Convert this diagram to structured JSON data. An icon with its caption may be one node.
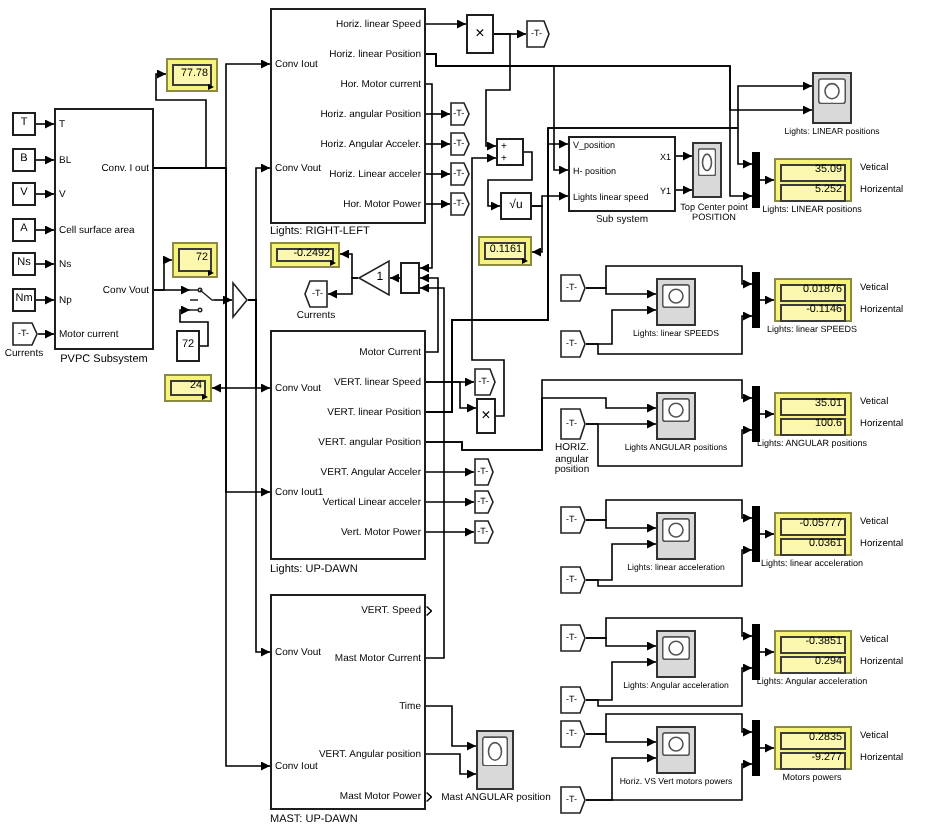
{
  "diagram": {
    "nodes": [
      {
        "text": [
          "T"
        ]
      },
      {
        "text": [
          "B"
        ]
      },
      {
        "text": [
          "V"
        ]
      },
      {
        "text": [
          "A"
        ]
      },
      {
        "text": [
          "Ns"
        ]
      },
      {
        "text": [
          "Nm"
        ]
      },
      {
        "text": [
          "-T-"
        ],
        "beside": [
          "Currents"
        ]
      },
      {
        "text": [
          "T",
          "BL",
          "V",
          "Cell surface area",
          "Ns",
          "Np",
          "Motor current",
          "Conv. I out",
          "Conv Vout"
        ],
        "beside": [
          "PVPC Subsystem"
        ]
      },
      {
        "text": [
          "77.78"
        ]
      },
      {
        "text": [
          "72"
        ]
      },
      {
        "text": [],
        "shape": "switch"
      },
      {
        "text": [
          "72"
        ]
      },
      {
        "text": [],
        "shape": "triangle"
      },
      {
        "text": [
          "24"
        ]
      },
      {
        "text": [
          "Conv Iout",
          "Conv Vout",
          "Horiz. linear Speed",
          "Horiz. linear Position",
          "Hor. Motor current",
          "Horiz. angular Position",
          "Horiz. Angular Acceler.",
          "Horiz. Linear acceler",
          "Hor. Motor Power"
        ],
        "beside": [
          "Lights: RIGHT-LEFT"
        ]
      },
      {
        "text": [
          "-0.2492"
        ]
      },
      {
        "text": [
          "-T-"
        ],
        "beside": [
          "Currents"
        ]
      },
      {
        "text": [
          "1"
        ]
      },
      {
        "text": [],
        "shape": "box"
      },
      {
        "text": [
          "Conv Vout",
          "Conv Iout1",
          "Motor Current",
          "VERT. linear Speed",
          "VERT. linear Position",
          "VERT. angular Position",
          "VERT. Angular Acceler",
          "Vertical Linear acceler",
          "Vert. Motor Power"
        ],
        "beside": [
          "Lights: UP-DAWN"
        ]
      },
      {
        "text": [
          "Conv Vout",
          "Conv Iout",
          "VERT. Speed",
          "Mast Motor Current",
          "Time",
          "VERT. Angular position",
          "Mast Motor Power"
        ],
        "beside": [
          "MAST: UP-DAWN"
        ]
      },
      {
        "text": [
          "×"
        ]
      },
      {
        "text": [
          "-T-"
        ]
      },
      {
        "text": [
          "-T-"
        ]
      },
      {
        "text": [
          "-T-"
        ]
      },
      {
        "text": [
          "-T-"
        ]
      },
      {
        "text": [
          "-T-"
        ]
      },
      {
        "text": [
          "+",
          "+"
        ]
      },
      {
        "text": [
          "√u"
        ]
      },
      {
        "text": [
          "0.1161"
        ]
      },
      {
        "text": [
          "V_position",
          "H- position",
          "Lights linear speed",
          "X1",
          "Y1"
        ],
        "beside": [
          "Sub system"
        ]
      },
      {
        "text": [],
        "shape": "screen",
        "beside": [
          "Top Center point POSITION"
        ]
      },
      {
        "text": [],
        "shape": "screen",
        "beside": [
          "Lights: LINEAR positions"
        ]
      },
      {
        "text": [],
        "shape": "bar"
      },
      {
        "text": [
          "35.09",
          "5.252"
        ],
        "beside": [
          "Vetical",
          "Horizental",
          "Lights: LINEAR positions"
        ]
      },
      {
        "text": [
          "-T-"
        ]
      },
      {
        "text": [
          "×"
        ]
      },
      {
        "text": [
          "-T-"
        ]
      },
      {
        "text": [
          "-T-"
        ]
      },
      {
        "text": [
          "-T-"
        ]
      },
      {
        "text": [],
        "shape": "screen",
        "beside": [
          "Mast ANGULAR position"
        ]
      },
      {
        "text": [
          "-T-"
        ]
      },
      {
        "text": [
          "-T-"
        ]
      },
      {
        "text": [
          "-T-"
        ],
        "beside": [
          "HORIZ. angular position"
        ]
      },
      {
        "text": [
          "-T-"
        ]
      },
      {
        "text": [
          "-T-"
        ]
      },
      {
        "text": [
          "-T-"
        ]
      },
      {
        "text": [
          "-T-"
        ]
      },
      {
        "text": [
          "-T-"
        ]
      },
      {
        "text": [
          "-T-"
        ]
      },
      {
        "text": [],
        "shape": "screen",
        "beside": [
          "Lights: linear SPEEDS"
        ]
      },
      {
        "text": [],
        "shape": "bar"
      },
      {
        "text": [
          "0.01876",
          "-0.1146"
        ],
        "beside": [
          "Vetical",
          "Horizental",
          "Lights: linear SPEEDS"
        ]
      },
      {
        "text": [],
        "shape": "screen",
        "beside": [
          "Lights ANGULAR positions"
        ]
      },
      {
        "text": [],
        "shape": "bar"
      },
      {
        "text": [
          "35.01",
          "100.6"
        ],
        "beside": [
          "Vetical",
          "Horizental",
          "Lights: ANGULAR positions"
        ]
      },
      {
        "text": [],
        "shape": "screen",
        "beside": [
          "Lights: linear acceleration"
        ]
      },
      {
        "text": [],
        "shape": "bar"
      },
      {
        "text": [
          "-0.05777",
          "0.0361"
        ],
        "beside": [
          "Vetical",
          "Horizental",
          "Lights: linear acceleration"
        ]
      },
      {
        "text": [],
        "shape": "screen",
        "beside": [
          "Lights: Angular acceleration"
        ]
      },
      {
        "text": [],
        "shape": "bar"
      },
      {
        "text": [
          "-0.3851",
          "0.294"
        ],
        "beside": [
          "Vetical",
          "Horizental",
          "Lights: Angular acceleration"
        ]
      },
      {
        "text": [],
        "shape": "screen",
        "beside": [
          "Horiz. VS Vert motors powers"
        ]
      },
      {
        "text": [],
        "shape": "bar"
      },
      {
        "text": [
          "0.2835",
          "-9.277"
        ],
        "beside": [
          "Vetical",
          "Horizental",
          "Motors powers"
        ]
      }
    ],
    "edges": [
      {
        "from": 0,
        "to": 7,
        "arrow": "to"
      },
      {
        "from": 1,
        "to": 7,
        "arrow": "to"
      },
      {
        "from": 2,
        "to": 7,
        "arrow": "to"
      },
      {
        "from": 3,
        "to": 7,
        "arrow": "to"
      },
      {
        "from": 4,
        "to": 7,
        "arrow": "to"
      },
      {
        "from": 5,
        "to": 7,
        "arrow": "to"
      },
      {
        "from": 6,
        "to": 7,
        "arrow": "to"
      },
      {
        "from": 7,
        "to": 8,
        "arrow": "to"
      },
      {
        "from": 7,
        "to": 14,
        "arrow": "to"
      },
      {
        "from": 7,
        "to": 19,
        "arrow": "to"
      },
      {
        "from": 7,
        "to": 20,
        "arrow": "to"
      },
      {
        "from": 7,
        "to": 9,
        "arrow": "to"
      },
      {
        "from": 7,
        "to": 10,
        "arrow": "to"
      },
      {
        "from": 11,
        "to": 10,
        "arrow": "to"
      },
      {
        "from": 10,
        "to": 12,
        "arrow": "to"
      },
      {
        "from": 12,
        "to": 14,
        "arrow": "to"
      },
      {
        "from": 12,
        "to": 19,
        "arrow": "to"
      },
      {
        "from": 12,
        "to": 20,
        "arrow": "to"
      },
      {
        "from": 12,
        "to": 13,
        "arrow": "to"
      },
      {
        "from": 14,
        "to": 21,
        "arrow": "to"
      },
      {
        "from": 21,
        "to": 22,
        "arrow": "to"
      },
      {
        "from": 21,
        "to": 27,
        "arrow": "to"
      },
      {
        "from": 14,
        "to": 30,
        "arrow": "to"
      },
      {
        "from": 14,
        "to": 32,
        "arrow": "to"
      },
      {
        "from": 14,
        "to": 33,
        "arrow": "to"
      },
      {
        "from": 14,
        "to": 18,
        "arrow": "to"
      },
      {
        "from": 19,
        "to": 18,
        "arrow": "to"
      },
      {
        "from": 20,
        "to": 18,
        "arrow": "to"
      },
      {
        "from": 18,
        "to": 17,
        "arrow": "to"
      },
      {
        "from": 17,
        "to": 15,
        "arrow": "to"
      },
      {
        "from": 17,
        "to": 16,
        "arrow": "to"
      },
      {
        "from": 14,
        "to": 23,
        "arrow": "to"
      },
      {
        "from": 14,
        "to": 24,
        "arrow": "to"
      },
      {
        "from": 14,
        "to": 25,
        "arrow": "to"
      },
      {
        "from": 14,
        "to": 26,
        "arrow": "to"
      },
      {
        "from": 19,
        "to": 35,
        "arrow": "to"
      },
      {
        "from": 19,
        "to": 36,
        "arrow": "to"
      },
      {
        "from": 36,
        "to": 27,
        "arrow": "to"
      },
      {
        "from": 27,
        "to": 28,
        "arrow": "to"
      },
      {
        "from": 28,
        "to": 30,
        "arrow": "to"
      },
      {
        "from": 28,
        "to": 29,
        "arrow": "to"
      },
      {
        "from": 19,
        "to": 30,
        "arrow": "to"
      },
      {
        "from": 19,
        "to": 32,
        "arrow": "to"
      },
      {
        "from": 19,
        "to": 33,
        "arrow": "to"
      },
      {
        "from": 30,
        "to": 31,
        "arrow": "to"
      },
      {
        "from": 30,
        "to": 31,
        "arrow": "to"
      },
      {
        "from": 33,
        "to": 34,
        "arrow": "to"
      },
      {
        "from": 20,
        "to": 40,
        "arrow": "to"
      },
      {
        "from": 20,
        "to": 40,
        "arrow": "to"
      },
      {
        "from": 19,
        "to": 37,
        "arrow": "to"
      },
      {
        "from": 19,
        "to": 38,
        "arrow": "to"
      },
      {
        "from": 19,
        "to": 39,
        "arrow": "to"
      },
      {
        "from": 19,
        "to": 53,
        "arrow": "to"
      },
      {
        "from": 19,
        "to": 54,
        "arrow": "to"
      },
      {
        "from": 41,
        "to": 50,
        "arrow": "to"
      },
      {
        "from": 41,
        "to": 51,
        "arrow": "to"
      },
      {
        "from": 42,
        "to": 50,
        "arrow": "to"
      },
      {
        "from": 42,
        "to": 51,
        "arrow": "to"
      },
      {
        "from": 51,
        "to": 52,
        "arrow": "to"
      },
      {
        "from": 43,
        "to": 53,
        "arrow": "to"
      },
      {
        "from": 43,
        "to": 54,
        "arrow": "to"
      },
      {
        "from": 54,
        "to": 55,
        "arrow": "to"
      },
      {
        "from": 44,
        "to": 56,
        "arrow": "to"
      },
      {
        "from": 44,
        "to": 57,
        "arrow": "to"
      },
      {
        "from": 45,
        "to": 56,
        "arrow": "to"
      },
      {
        "from": 45,
        "to": 57,
        "arrow": "to"
      },
      {
        "from": 57,
        "to": 58,
        "arrow": "to"
      },
      {
        "from": 46,
        "to": 59,
        "arrow": "to"
      },
      {
        "from": 46,
        "to": 60,
        "arrow": "to"
      },
      {
        "from": 47,
        "to": 59,
        "arrow": "to"
      },
      {
        "from": 47,
        "to": 60,
        "arrow": "to"
      },
      {
        "from": 60,
        "to": 61,
        "arrow": "to"
      },
      {
        "from": 48,
        "to": 62,
        "arrow": "to"
      },
      {
        "from": 48,
        "to": 63,
        "arrow": "to"
      },
      {
        "from": 49,
        "to": 62,
        "arrow": "to"
      },
      {
        "from": 49,
        "to": 63,
        "arrow": "to"
      },
      {
        "from": 63,
        "to": 64,
        "arrow": "to"
      }
    ]
  }
}
